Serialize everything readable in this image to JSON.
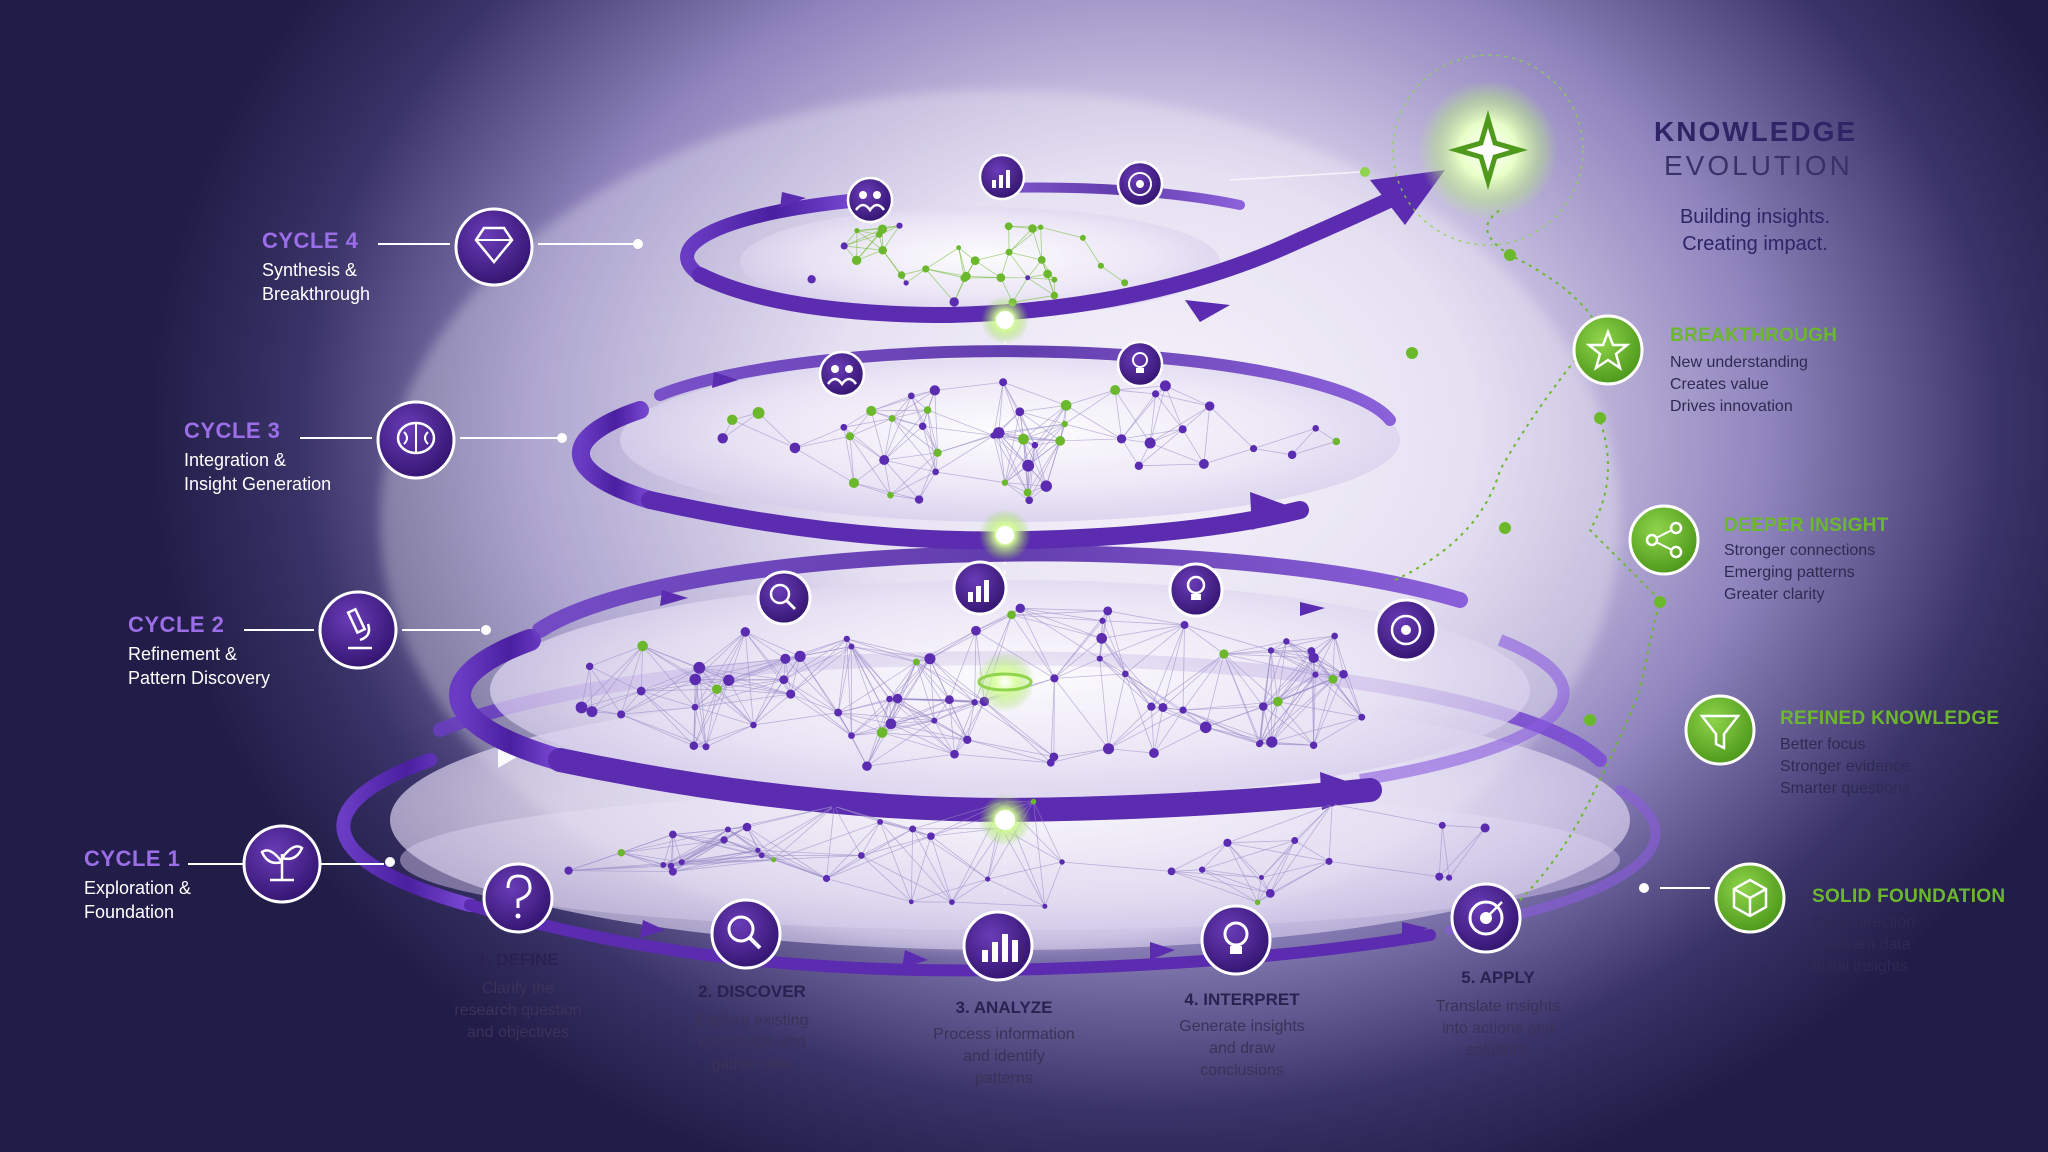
{
  "header": {
    "title_line1": "KNOWLEDGE",
    "title_line2": "EVOLUTION",
    "tagline_line1": "Building insights.",
    "tagline_line2": "Creating impact."
  },
  "cycles": [
    {
      "title": "CYCLE 4",
      "line1": "Synthesis &",
      "line2": "Breakthrough",
      "icon": "diamond-icon"
    },
    {
      "title": "CYCLE 3",
      "line1": "Integration &",
      "line2": "Insight Generation",
      "icon": "brain-icon"
    },
    {
      "title": "CYCLE 2",
      "line1": "Refinement &",
      "line2": "Pattern Discovery",
      "icon": "microscope-icon"
    },
    {
      "title": "CYCLE 1",
      "line1": "Exploration &",
      "line2": "Foundation",
      "icon": "sprout-icon"
    }
  ],
  "steps": [
    {
      "title": "1. DEFINE",
      "lines": [
        "Clarify the",
        "research question",
        "and objectives"
      ],
      "icon": "question-icon"
    },
    {
      "title": "2. DISCOVER",
      "lines": [
        "Explore existing",
        "knowledge and",
        "gather data"
      ],
      "icon": "magnifier-icon"
    },
    {
      "title": "3. ANALYZE",
      "lines": [
        "Process information",
        "and identify",
        "patterns"
      ],
      "icon": "bar-chart-icon"
    },
    {
      "title": "4. INTERPRET",
      "lines": [
        "Generate insights",
        "and draw",
        "conclusions"
      ],
      "icon": "lightbulb-icon"
    },
    {
      "title": "5. APPLY",
      "lines": [
        "Translate insights",
        "into actions and",
        "solutions"
      ],
      "icon": "target-icon"
    }
  ],
  "outcomes": [
    {
      "title": "BREAKTHROUGH",
      "lines": [
        "New understanding",
        "Creates value",
        "Drives innovation"
      ],
      "icon": "star-icon"
    },
    {
      "title": "DEEPER INSIGHT",
      "lines": [
        "Stronger connections",
        "Emerging patterns",
        "Greater clarity"
      ],
      "icon": "share-icon"
    },
    {
      "title": "REFINED KNOWLEDGE",
      "lines": [
        "Better focus",
        "Stronger evidence",
        "Smarter questions"
      ],
      "icon": "funnel-icon"
    },
    {
      "title": "SOLID FOUNDATION",
      "lines": [
        "Clear direction",
        "Relevant data",
        "Initial insights"
      ],
      "icon": "cube-icon"
    }
  ],
  "colors": {
    "purple": "#5b2bb0",
    "purple_light": "#9b6ee8",
    "green": "#6cb82c",
    "text_dark": "#2a2150"
  }
}
